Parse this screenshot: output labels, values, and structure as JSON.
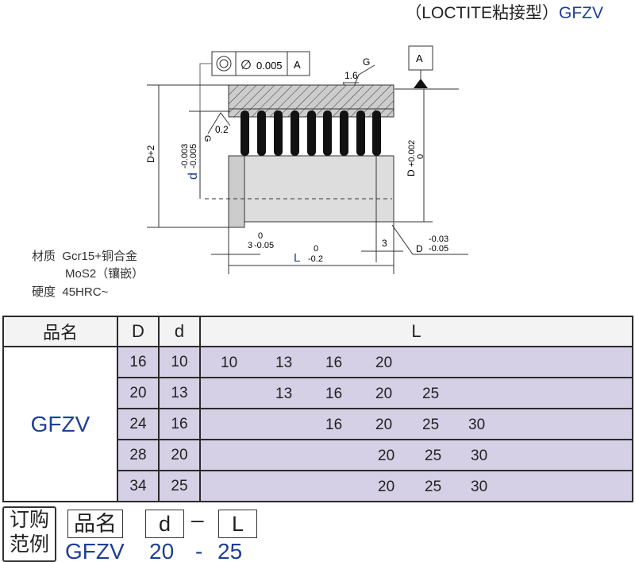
{
  "title": {
    "prefix": "（LOCTITE粘接型）",
    "code": "GFZV"
  },
  "drawing": {
    "concentricity_value": "0.005",
    "concentricity_symbol": "∅",
    "datum": "A",
    "datum_tag": "A",
    "roughness_value": "1.6",
    "roughness_grade": "G",
    "roughness_value_inner": "0.2",
    "roughness_grade_inner": "G",
    "dim_outer": "D+2",
    "dim_d_label": "d",
    "dim_d_tol_upper": "-0.003",
    "dim_d_tol_lower": "-0.005",
    "dim_D_label": "D",
    "dim_D_tol_upper": "+0.002",
    "dim_D_tol_lower": "0",
    "dim_flange": "3",
    "dim_flange_tol_upper": "0",
    "dim_flange_tol_lower": "-0.05",
    "dim_L_label": "L",
    "dim_L_tol_upper": "0",
    "dim_L_tol_lower": "-0.2",
    "dim_end": "3",
    "dim_end_D": "D",
    "dim_end_tol_upper": "-0.03",
    "dim_end_tol_lower": "-0.05"
  },
  "material": {
    "material_label": "材质",
    "material_value": "Gcr15+铜合金",
    "material_value2": "MoS2（镶嵌）",
    "hardness_label": "硬度",
    "hardness_value": "45HRC~"
  },
  "table": {
    "headers": [
      "品名",
      "D",
      "d",
      "L"
    ],
    "name": "GFZV",
    "rows": [
      {
        "D": "16",
        "d": "10",
        "L": [
          "10",
          "13",
          "16",
          "20"
        ]
      },
      {
        "D": "20",
        "d": "13",
        "L": [
          "13",
          "16",
          "20",
          "25"
        ]
      },
      {
        "D": "24",
        "d": "16",
        "L": [
          "16",
          "20",
          "25",
          "30"
        ]
      },
      {
        "D": "28",
        "d": "20",
        "L": [
          "20",
          "25",
          "30"
        ]
      },
      {
        "D": "34",
        "d": "25",
        "L": [
          "20",
          "25",
          "30"
        ]
      }
    ]
  },
  "order_example": {
    "label_line1": "订购",
    "label_line2": "范例",
    "field_name": "品名",
    "field_d": "d",
    "dash": "–",
    "field_L": "L",
    "example_name": "GFZV",
    "example_d": "20",
    "example_dash": "-",
    "example_L": "25"
  },
  "colors": {
    "blue": "#1e3f96",
    "cell": "#d5d0e6"
  }
}
